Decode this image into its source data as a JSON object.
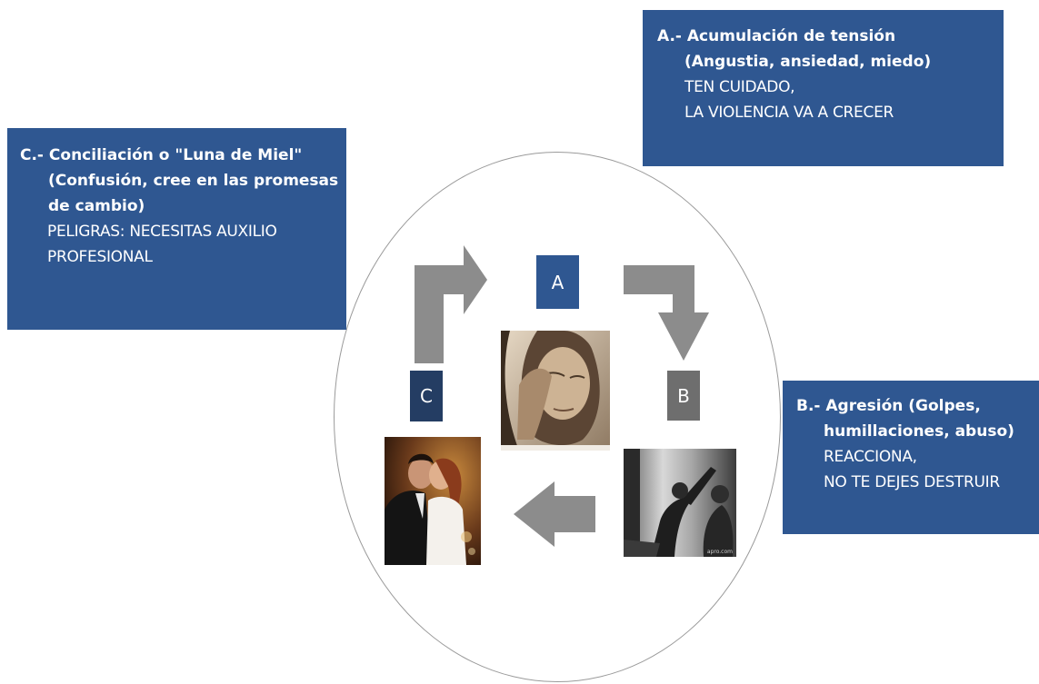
{
  "diagram": {
    "phase_a": {
      "title": "A.- Acumulación de tensión",
      "subtitle": "(Angustia, ansiedad, miedo)",
      "warning_lines": [
        "TEN CUIDADO,",
        "LA VIOLENCIA VA A CRECER"
      ]
    },
    "phase_b": {
      "title": "B.- Agresión (Golpes,",
      "subtitle": "humillaciones, abuso)",
      "warning_lines": [
        "REACCIONA,",
        "NO TE DEJES DESTRUIR"
      ]
    },
    "phase_c": {
      "title": "C.- Conciliación o \"Luna de Miel\"",
      "subtitle_lines": [
        "(Confusión, cree en las promesas",
        "de cambio)"
      ],
      "warning_lines": [
        "PELIGRAS: NECESITAS AUXILIO",
        "PROFESIONAL"
      ]
    },
    "letters": {
      "a": "A",
      "b": "B",
      "c": "C"
    },
    "colors": {
      "box_blue": "#2f5791",
      "letter_b_gray": "#6e6e6e",
      "letter_c_navy": "#243d63",
      "arrow_gray": "#8c8c8c",
      "ellipse_stroke": "#9a9a9a"
    }
  }
}
